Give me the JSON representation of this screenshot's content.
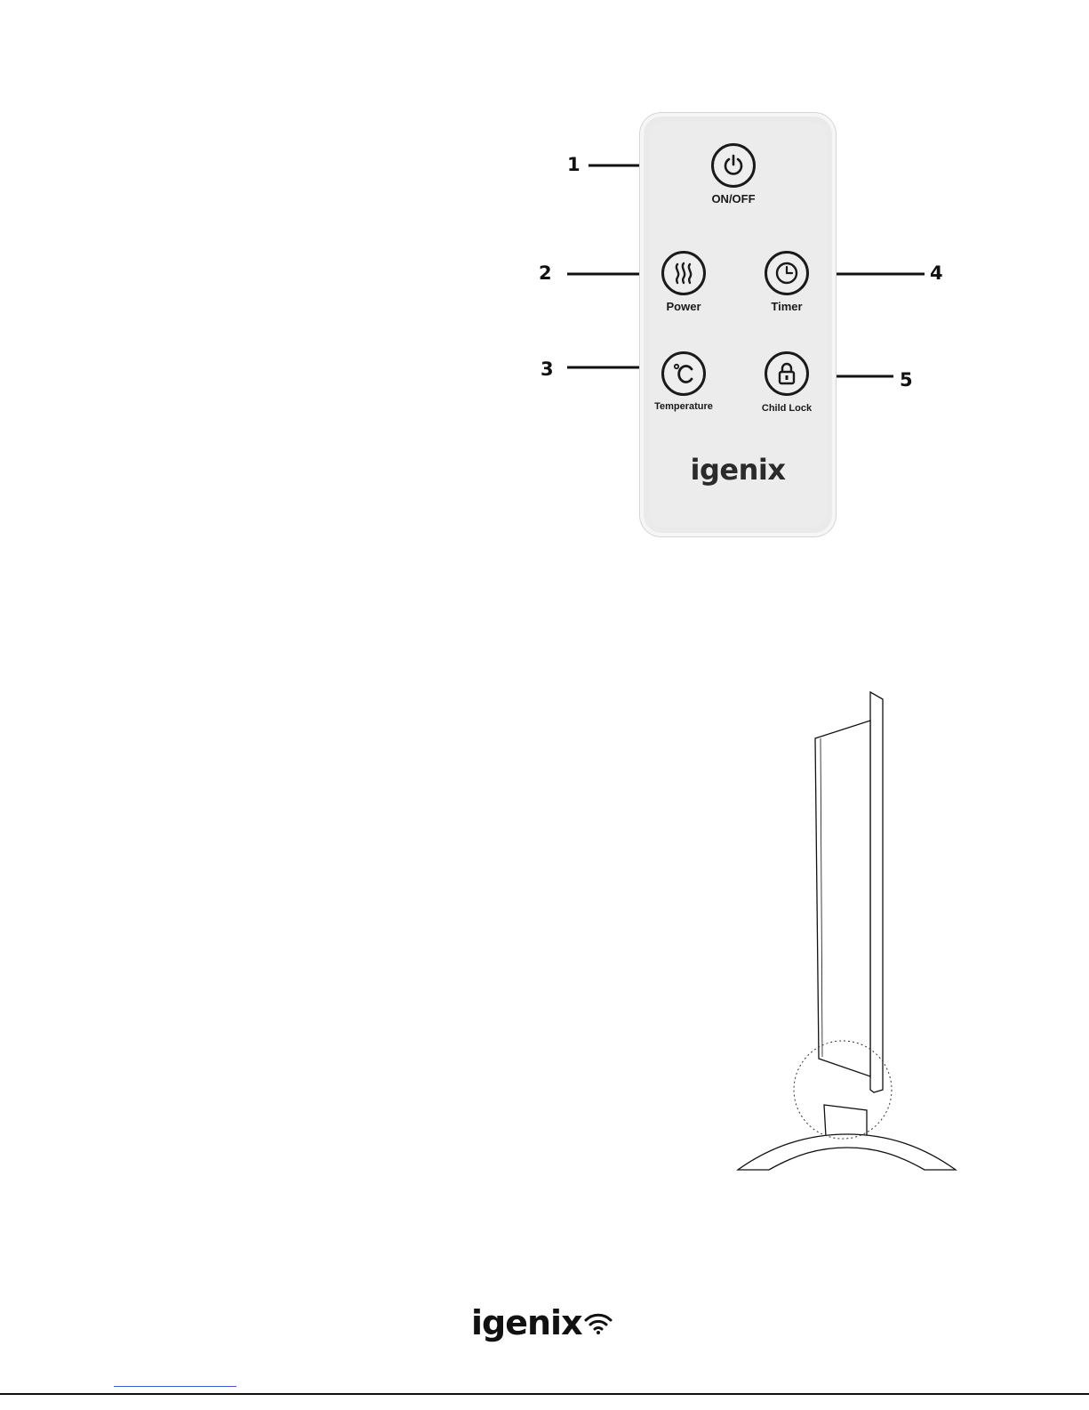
{
  "remote": {
    "brand": "igenix",
    "buttons": [
      {
        "callout": "1",
        "label": "ON/OFF",
        "icon": "power-icon"
      },
      {
        "callout": "2",
        "label": "Power",
        "icon": "heat-waves-icon"
      },
      {
        "callout": "3",
        "label": "Temperature",
        "icon": "celsius-icon"
      },
      {
        "callout": "4",
        "label": "Timer",
        "icon": "clock-icon"
      },
      {
        "callout": "5",
        "label": "Child Lock",
        "icon": "lock-icon"
      }
    ]
  },
  "heater": {
    "icon": "heater-side-view-icon"
  },
  "footer": {
    "logo_text": "igenix",
    "logo_icon": "wifi-icon"
  }
}
